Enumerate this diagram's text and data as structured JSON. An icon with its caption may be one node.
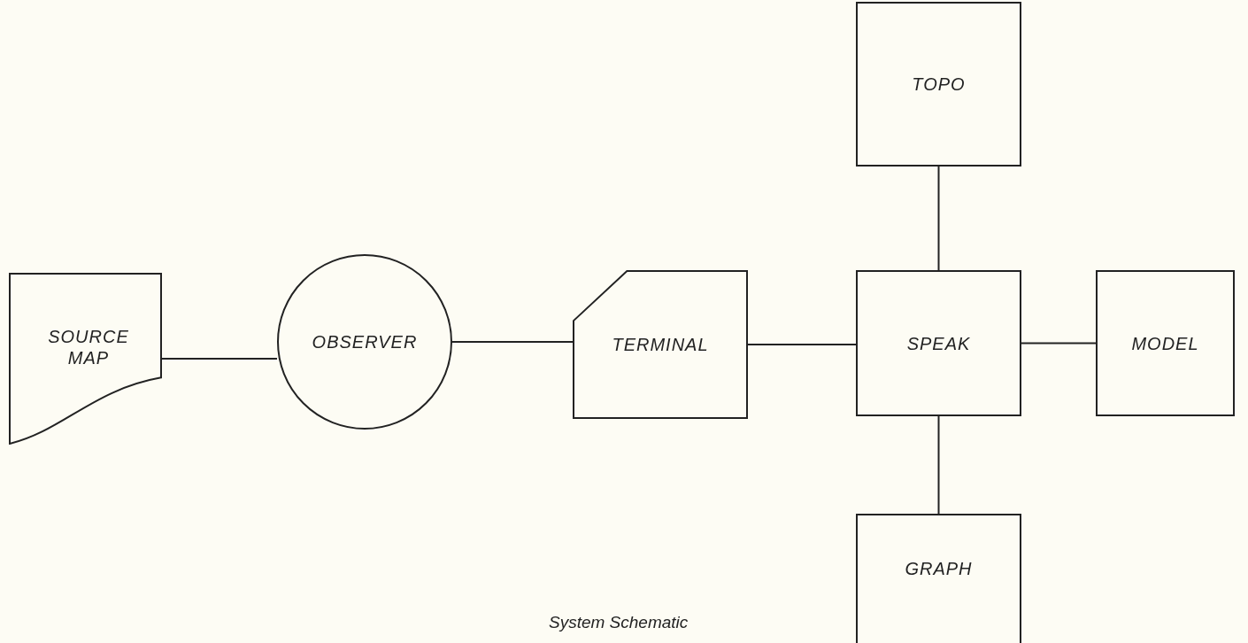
{
  "diagram": {
    "caption": "System Schematic",
    "nodes": [
      {
        "text": [
          "SOURCE MAP"
        ]
      },
      {
        "text": [
          "OBSERVER"
        ]
      },
      {
        "text": [
          "TERMINAL"
        ]
      },
      {
        "text": [
          "SPEAK"
        ]
      },
      {
        "text": [
          "TOPO"
        ]
      },
      {
        "text": [
          "MODEL"
        ]
      },
      {
        "text": [
          "GRAPH"
        ]
      }
    ],
    "edges": [
      {
        "from": 0,
        "to": 1,
        "arrow": "none"
      },
      {
        "from": 1,
        "to": 2,
        "arrow": "none"
      },
      {
        "from": 2,
        "to": 3,
        "arrow": "none"
      },
      {
        "from": 4,
        "to": 3,
        "arrow": "none"
      },
      {
        "from": 3,
        "to": 5,
        "arrow": "none"
      },
      {
        "from": 3,
        "to": 6,
        "arrow": "none"
      }
    ]
  }
}
